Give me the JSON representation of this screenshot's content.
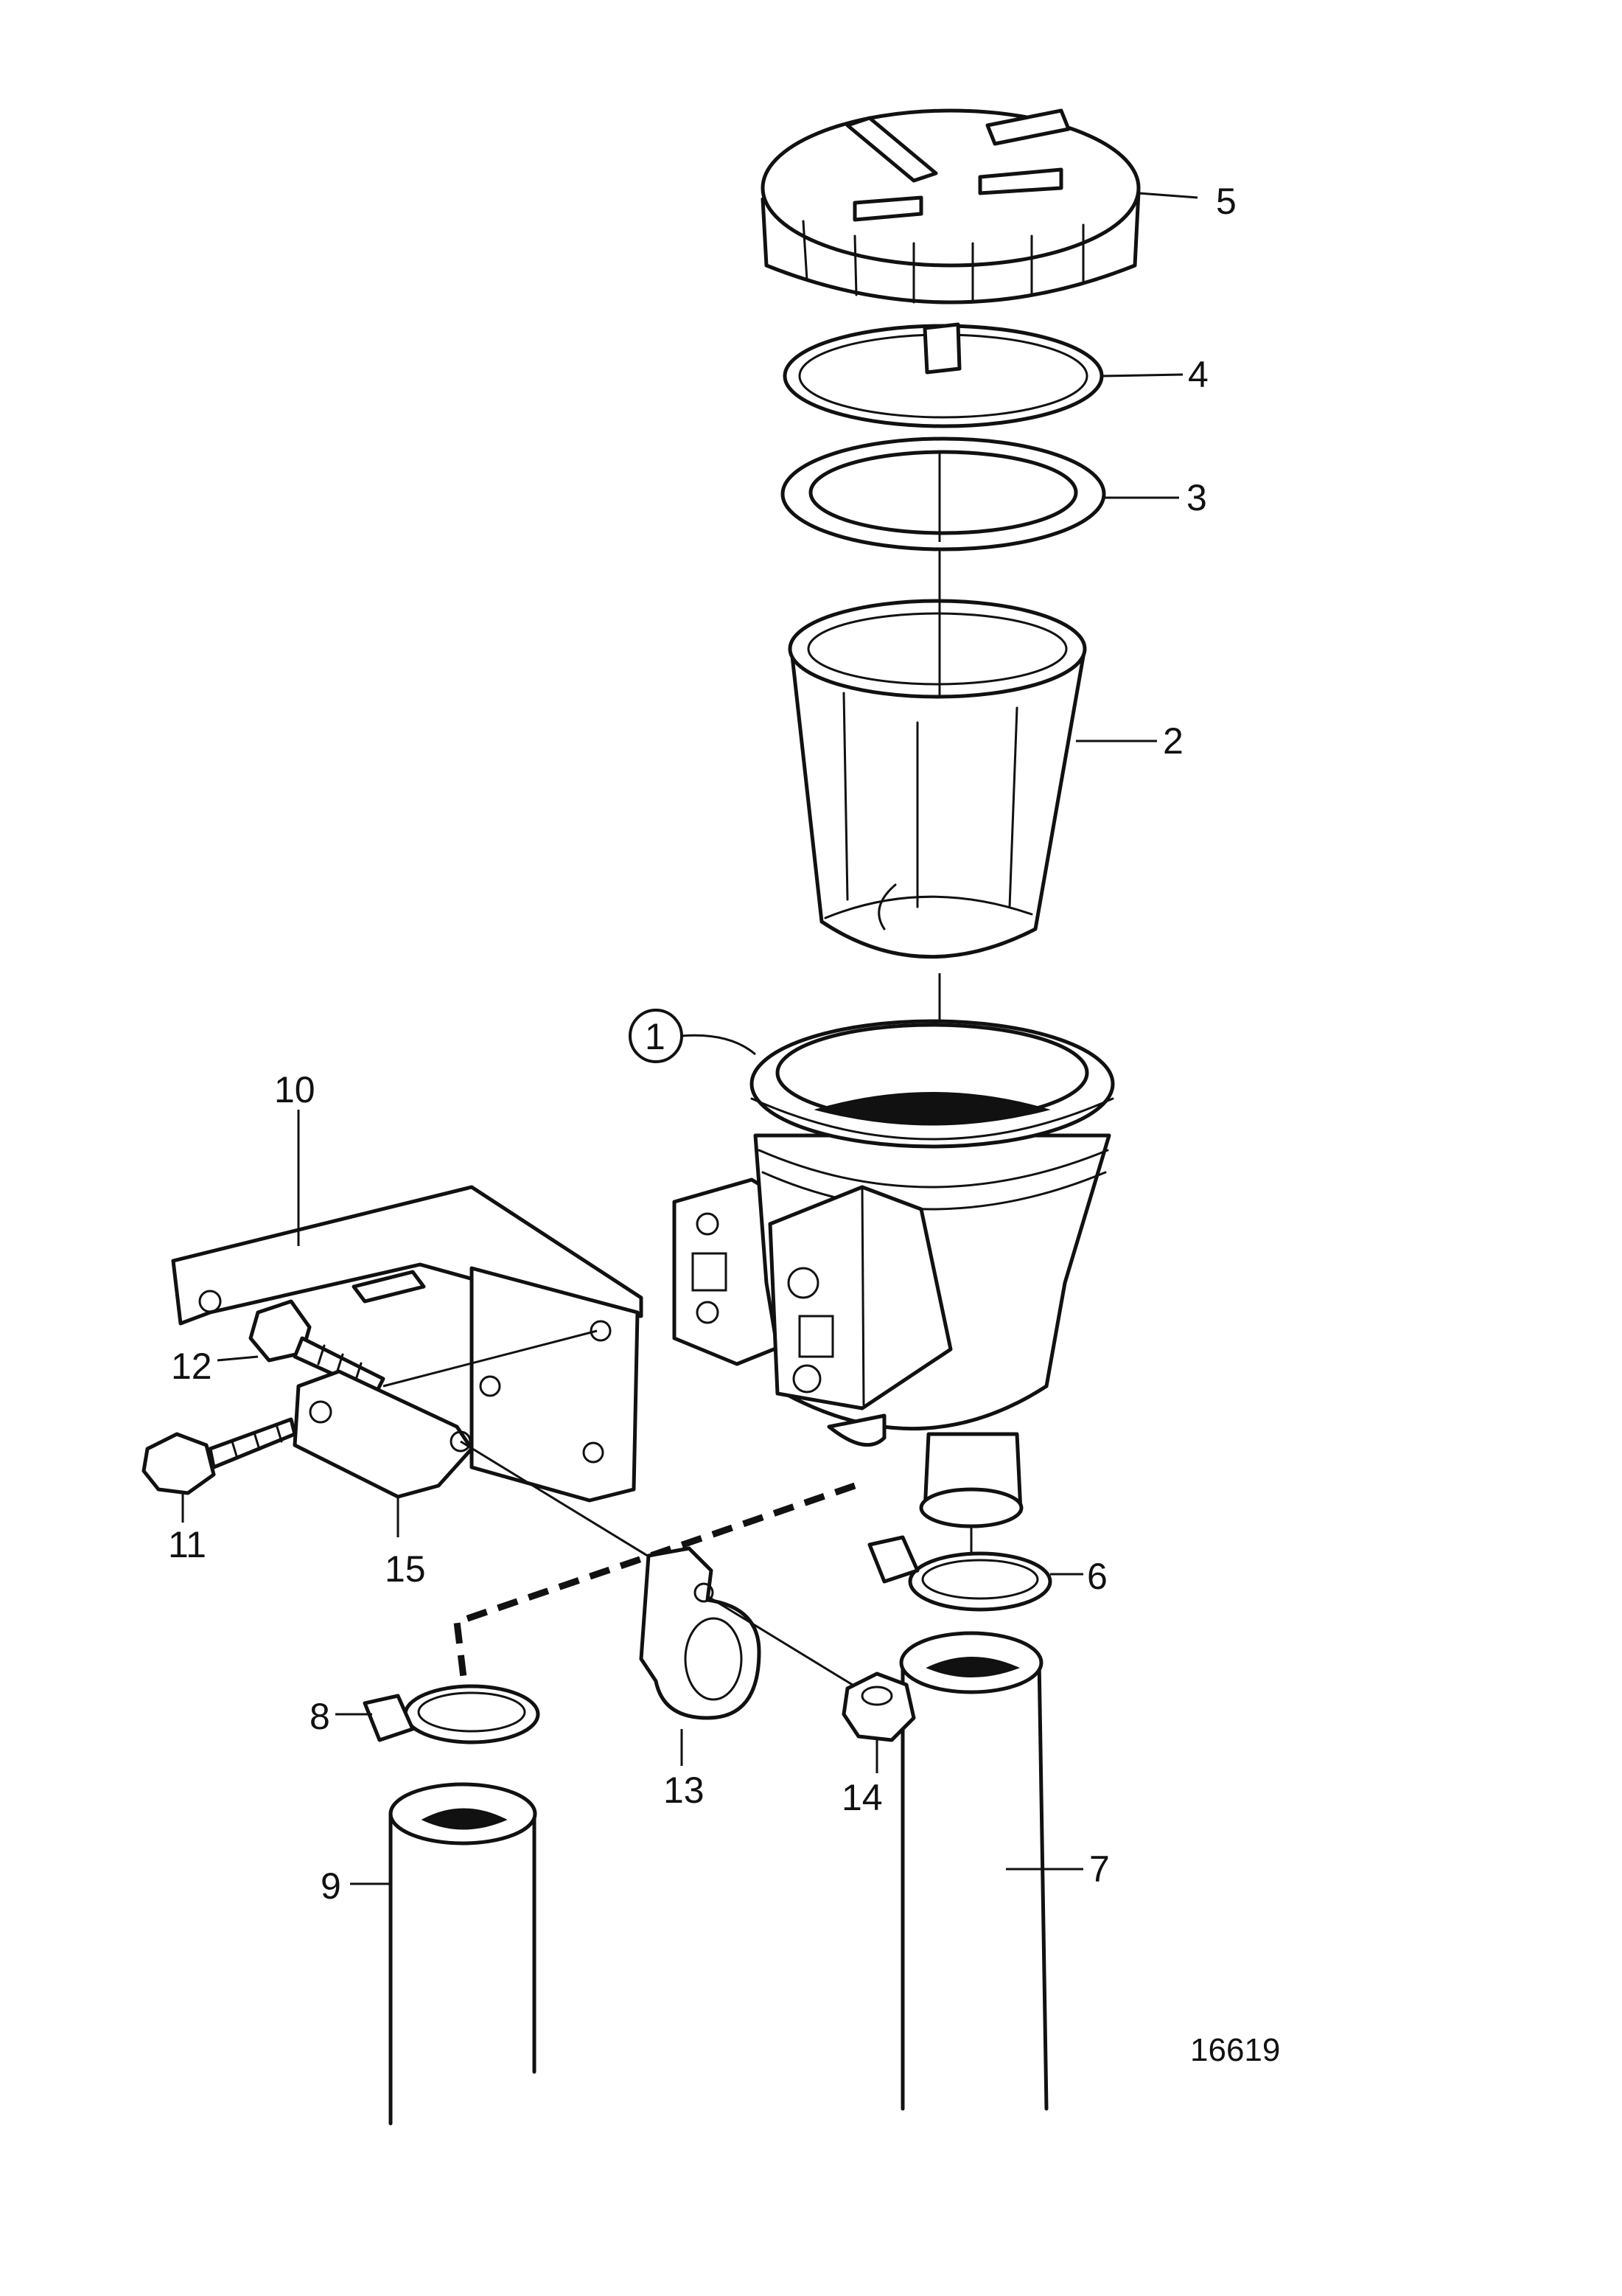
{
  "callouts": {
    "c1": "1",
    "c2": "2",
    "c3": "3",
    "c4": "4",
    "c5": "5",
    "c6": "6",
    "c7": "7",
    "c8": "8",
    "c9": "9",
    "c10": "10",
    "c11": "11",
    "c12": "12",
    "c13": "13",
    "c14": "14",
    "c15": "15"
  },
  "drawing_number": "16619"
}
